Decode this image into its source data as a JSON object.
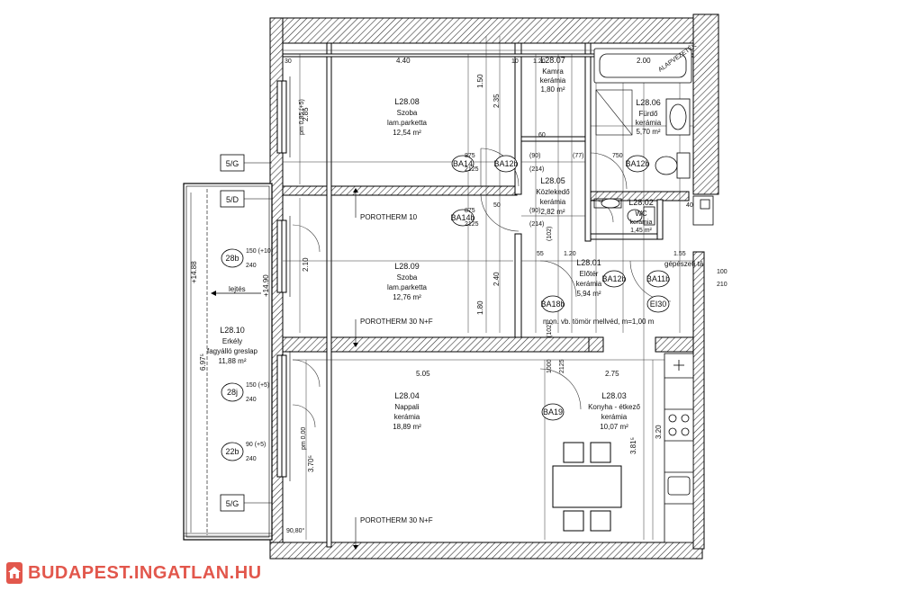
{
  "rooms": [
    {
      "id": "L28.08",
      "name": "Szoba",
      "floor": "lam.parketta",
      "area": "12,54 m²"
    },
    {
      "id": "L28.07",
      "name": "Kamra",
      "floor": "kerámia",
      "area": "1,80 m²"
    },
    {
      "id": "L28.06",
      "name": "Fürdő",
      "floor": "kerámia",
      "area": "5,70 m²"
    },
    {
      "id": "L28.05",
      "name": "Közlekedő",
      "floor": "kerámia",
      "area": "2,82 m²"
    },
    {
      "id": "L28.02",
      "name": "WC",
      "floor": "kerámia",
      "area": "1,45 m²"
    },
    {
      "id": "L28.09",
      "name": "Szoba",
      "floor": "lam.parketta",
      "area": "12,76 m²"
    },
    {
      "id": "L28.01",
      "name": "Előtér",
      "floor": "kerámia",
      "area": "5,94 m²"
    },
    {
      "id": "L28.10",
      "name": "Erkély",
      "floor": "fagyálló greslap",
      "area": "11,88 m²"
    },
    {
      "id": "L28.04",
      "name": "Nappali",
      "floor": "kerámia",
      "area": "18,89 m²"
    },
    {
      "id": "L28.03",
      "name": "Konyha - étkező",
      "floor": "kerámia",
      "area": "10,07 m²"
    }
  ],
  "walls": {
    "p10": "POROTHERM 10",
    "p30a": "POROTHERM 30 N+F",
    "p30b": "POROTHERM 30 N+F",
    "mon": "mon. vb. tömör mellvéd, m=1,00 m",
    "gepesz": "gépészeti tál",
    "lejtes": "lejtés",
    "aknavezetek": "ALAPVEZETÉK"
  },
  "door_tags": [
    "BA14",
    "BA12b",
    "BA12b",
    "BA14b",
    "BA12b",
    "BA11b",
    "BA18b",
    "EI30",
    "BA19"
  ],
  "window_tags": [
    {
      "code": "5/G",
      "w": "",
      "h": ""
    },
    {
      "code": "5/D",
      "w": "",
      "h": ""
    },
    {
      "code": "28b",
      "w": "150 (+10)",
      "h": "240"
    },
    {
      "code": "28j",
      "w": "150 (+5)",
      "h": "240"
    },
    {
      "code": "22b",
      "w": "90 (+5)",
      "h": "240"
    },
    {
      "code": "5/G",
      "w": "",
      "h": ""
    }
  ],
  "dims": {
    "top_440": "4.40",
    "top_200": "2.00",
    "top_120": "1.20",
    "mid_505": "5.05",
    "mid_275": "2.75",
    "v_285": "2.85",
    "v_210": "2.10",
    "v_240": "2.40",
    "v_370": "3.70⁵",
    "v_320": "3.20",
    "v_381": "3.81⁵",
    "v_150": "1.50",
    "v_235": "2.35",
    "v_180": "1.80",
    "bal_1488": "+14.88",
    "bal_1490": "+14.90",
    "bal_697": "6.97⁵",
    "angle": "90,80°",
    "pm1": "pm 0,85 (+5)",
    "pm2": "pm 0,00",
    "d875a": "875",
    "d2125a": "2125",
    "d90a": "(90)",
    "d214a": "(214)",
    "d77": "(77)",
    "d750": "750",
    "d875b": "875",
    "d2125b": "2125",
    "d90b": "(90)",
    "d214b": "(214)",
    "d1002a": "(102)",
    "d1002b": "(102)",
    "d55": "55",
    "d120b": "1.20",
    "d155": "1.55",
    "d100": "100",
    "d210": "210",
    "d10": "10",
    "d30": "30",
    "d60": "60",
    "d40": "40",
    "d50": "50",
    "d1000": "1000",
    "d2125c": "2125"
  },
  "watermark": {
    "text": "BUDAPEST.INGATLAN.HU",
    "icon": "house-icon",
    "color": "#e2574c"
  }
}
